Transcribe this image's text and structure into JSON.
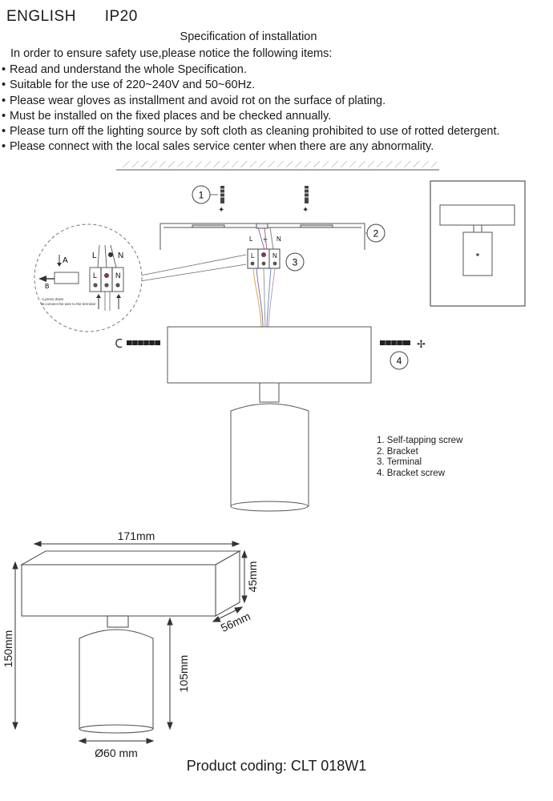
{
  "header": {
    "language": "ENGLISH",
    "rating": "IP20"
  },
  "spec": {
    "title": "Specification of installation",
    "intro": "In order to ensure safety use,please notice the following items:",
    "items": [
      "Read and understand the whole Specification.",
      "Suitable for the use of 220~240V and 50~60Hz.",
      "Please wear gloves as installment and avoid rot on the surface of plating.",
      "Must be installed on the fixed places and be checked annually.",
      "Please turn off the lighting source by soft cloth as cleaning prohibited to use of rotted detergent.",
      "Please connect with the local sales service center when there are any abnormality."
    ]
  },
  "diagram": {
    "callouts": [
      "1",
      "2",
      "3",
      "4"
    ],
    "terminal_labels": {
      "live": "L",
      "earth": "⏚",
      "neutral": "N"
    },
    "inset": {
      "a": "A",
      "b": "B",
      "note_1": "A.press down",
      "note_2": "B.connect the wire to the terminal"
    }
  },
  "legend": [
    "1. Self-tapping screw",
    "2. Bracket",
    "3. Terminal",
    "4. Bracket screw"
  ],
  "dimensions": {
    "width": "171mm",
    "body_height": "45mm",
    "depth": "56mm",
    "total_height": "150mm",
    "cylinder_height": "105mm",
    "diameter": "Ø60 mm"
  },
  "product": {
    "label": "Product coding:",
    "code": "CLT 018W1"
  }
}
